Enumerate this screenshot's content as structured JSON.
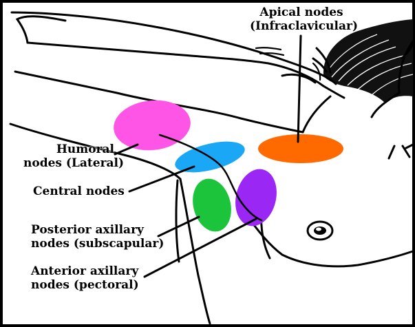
{
  "labels": {
    "apical_line1": "Apical nodes",
    "apical_line2": "(Infraclavicular)",
    "humoral_line1": "Humoral",
    "humoral_line2": "nodes (Lateral)",
    "central": "Central nodes",
    "posterior_line1": "Posterior axillary",
    "posterior_line2": "nodes (subscapular)",
    "anterior_line1": "Anterior axillary",
    "anterior_line2": "nodes (pectoral)"
  },
  "colors": {
    "humoral": "#ff55e6",
    "central": "#1aa7f5",
    "apical": "#ff6a00",
    "posterior": "#1cc43c",
    "anterior": "#9b27f5",
    "ink": "#000000",
    "background": "#ffffff"
  }
}
